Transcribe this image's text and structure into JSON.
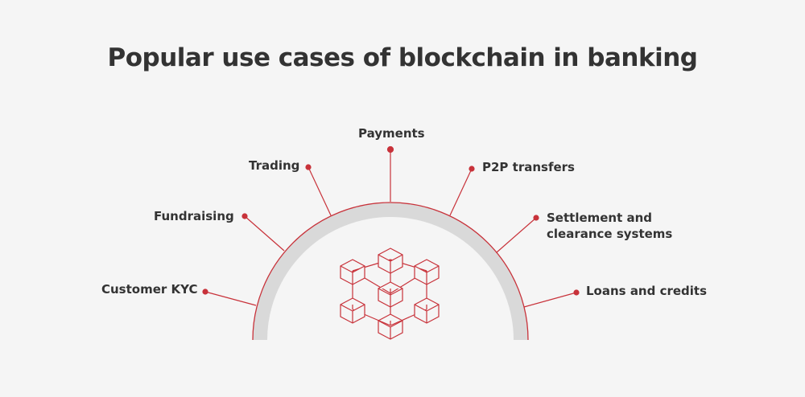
{
  "title": "Popular use cases of blockchain in banking",
  "use_cases": [
    {
      "label": "Customer KYC"
    },
    {
      "label": "Fundraising"
    },
    {
      "label": "Trading"
    },
    {
      "label": "Payments"
    },
    {
      "label": "P2P transfers"
    },
    {
      "label": "Settlement and clearance systems"
    },
    {
      "label": "Loans and credits"
    }
  ],
  "colors": {
    "accent": "#c8323a",
    "arc": "#d9d9d9",
    "text": "#333333"
  }
}
